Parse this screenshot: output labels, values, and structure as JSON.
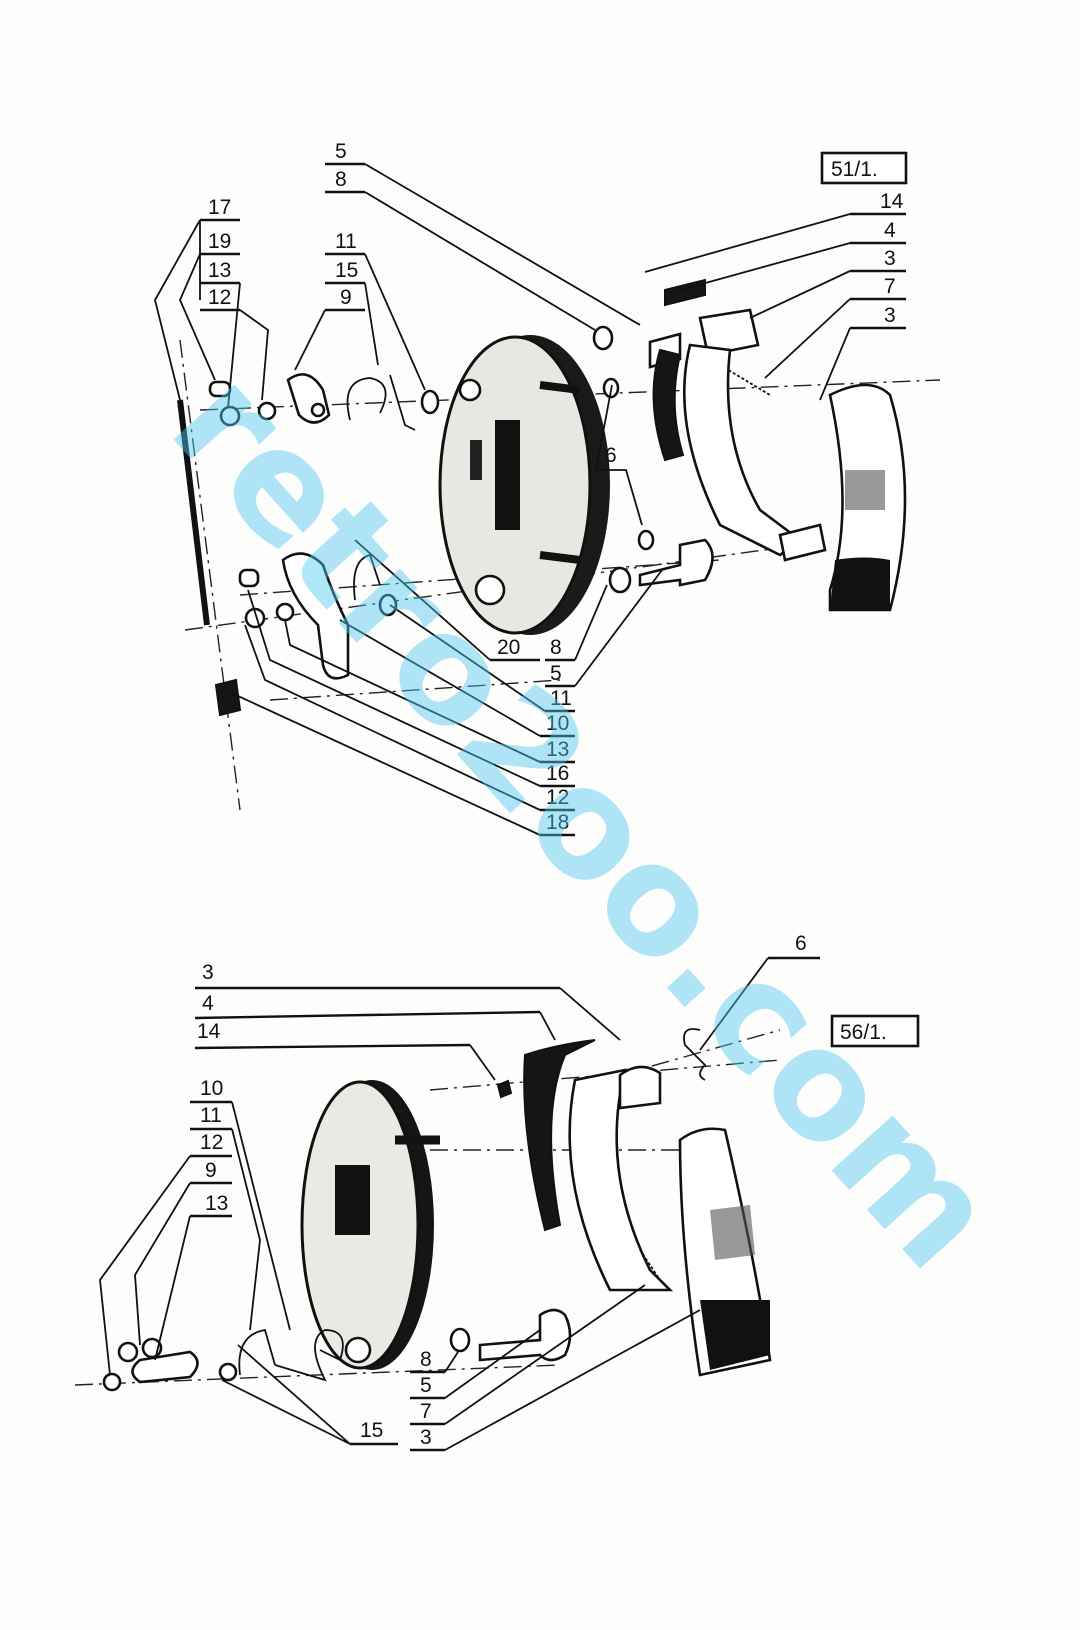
{
  "watermark": "retro2oo.com",
  "figures": [
    {
      "id": "51/1.",
      "labels": [
        "5",
        "8",
        "14",
        "4",
        "3",
        "7",
        "3",
        "17",
        "19",
        "13",
        "12",
        "11",
        "15",
        "9",
        "6",
        "20",
        "8",
        "5",
        "11",
        "10",
        "13",
        "16",
        "12",
        "18"
      ]
    },
    {
      "id": "56/1.",
      "labels": [
        "3",
        "4",
        "14",
        "6",
        "10",
        "11",
        "12",
        "9",
        "13",
        "15",
        "8",
        "5",
        "7",
        "3"
      ]
    }
  ]
}
